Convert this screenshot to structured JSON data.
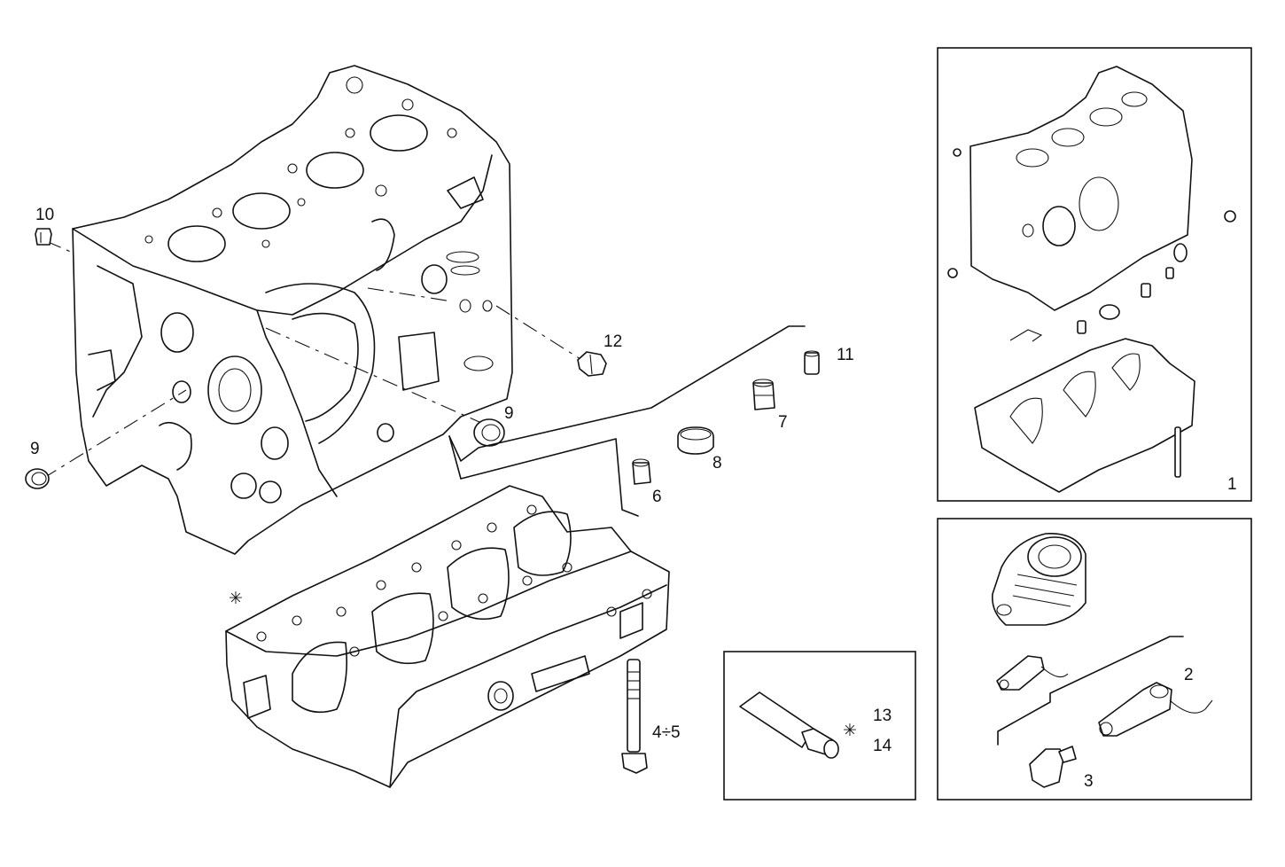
{
  "callouts": {
    "c1": "1",
    "c2": "2",
    "c3": "3",
    "c4_5": "4÷5",
    "c6": "6",
    "c7": "7",
    "c8": "8",
    "c9_left": "9",
    "c9_right": "9",
    "c10": "10",
    "c11": "11",
    "c12": "12",
    "c13": "13",
    "c14": "14",
    "asterisk_block": "✳",
    "asterisk_kit": "✳"
  }
}
